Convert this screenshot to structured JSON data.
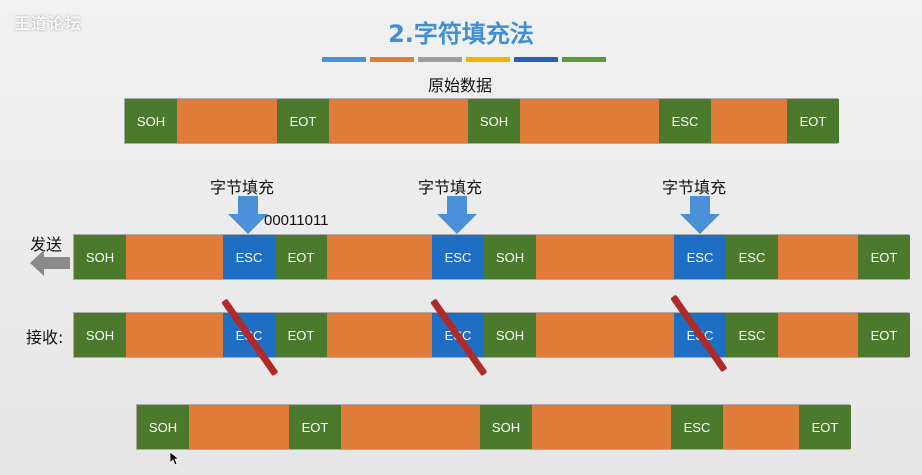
{
  "watermark": "王道论坛",
  "title": "2.字符填充法",
  "colors": {
    "accent_bar": [
      "#4a90d9",
      "#e07b39",
      "#9e9e9e",
      "#f0b400",
      "#2f5fb3",
      "#5a9a3a"
    ]
  },
  "original": {
    "label": "原始数据",
    "segments": [
      "SOH",
      "EOT",
      "SOH",
      "ESC",
      "EOT"
    ]
  },
  "stuffing_label": "字节填充",
  "esc_code": "00011011",
  "send": {
    "label": "发送",
    "segments": [
      "SOH",
      "ESC",
      "EOT",
      "ESC",
      "SOH",
      "ESC",
      "ESC",
      "EOT"
    ]
  },
  "receive": {
    "label": "接收:",
    "segments": [
      "SOH",
      "ESC",
      "EOT",
      "ESC",
      "SOH",
      "ESC",
      "ESC",
      "EOT"
    ]
  },
  "result": {
    "segments": [
      "SOH",
      "EOT",
      "SOH",
      "ESC",
      "EOT"
    ]
  }
}
